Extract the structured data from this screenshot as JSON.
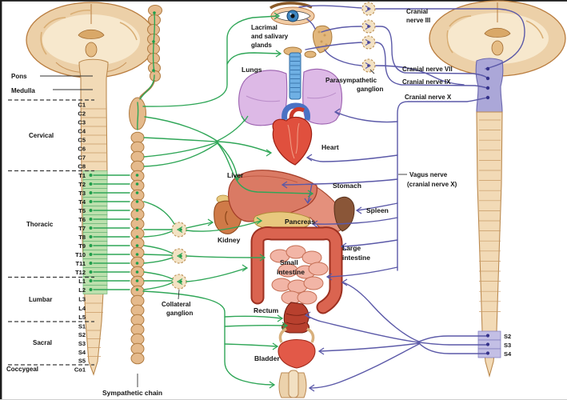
{
  "left_panel": {
    "pons": "Pons",
    "medulla": "Medulla",
    "regions": {
      "cervical": "Cervical",
      "thoracic": "Thoracic",
      "lumbar": "Lumbar",
      "sacral": "Sacral",
      "coccygeal": "Coccygeal"
    },
    "segments": [
      "C1",
      "C2",
      "C3",
      "C4",
      "C5",
      "C6",
      "C7",
      "C8",
      "T1",
      "T2",
      "T3",
      "T4",
      "T5",
      "T6",
      "T7",
      "T8",
      "T9",
      "T10",
      "T11",
      "T12",
      "L1",
      "L2",
      "L3",
      "L4",
      "L5",
      "S1",
      "S2",
      "S3",
      "S4",
      "S5",
      "Co1"
    ]
  },
  "sympathetic": {
    "chain_label": "Sympathetic chain",
    "collateral_line1": "Collateral",
    "collateral_line2": "ganglion",
    "color": "#2fa657"
  },
  "parasympathetic": {
    "ganglion_line1": "Parasympathetic",
    "ganglion_line2": "ganglion",
    "color": "#5b59a8"
  },
  "organs": {
    "lacrimal_line1": "Lacrimal",
    "lacrimal_line2": "and salivary",
    "lacrimal_line3": "glands",
    "lungs": "Lungs",
    "heart": "Heart",
    "liver": "Liver",
    "stomach": "Stomach",
    "spleen": "Spleen",
    "pancreas": "Pancreas",
    "kidney": "Kidney",
    "large_line1": "Large",
    "large_line2": "intestine",
    "small_line1": "Small",
    "small_line2": "intestine",
    "rectum": "Rectum",
    "bladder": "Bladder"
  },
  "right_panel": {
    "cn3_line1": "Cranial",
    "cn3_line2": "nerve III",
    "cn7": "Cranial nerve VII",
    "cn9": "Cranial nerve IX",
    "cn10": "Cranial nerve X",
    "vagus_line1": "Vagus nerve",
    "vagus_line2": "(cranial nerve X)",
    "s2": "S2",
    "s3": "S3",
    "s4": "S4"
  },
  "colors": {
    "sympathetic_green": "#2fa657",
    "parasympathetic_purple": "#5b59a8",
    "cord_tan": "#f2dab6"
  }
}
